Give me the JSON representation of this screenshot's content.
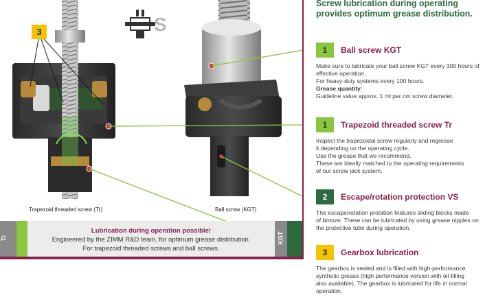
{
  "figure": {
    "callout_number": "3",
    "symbol_letter": "S",
    "caption_trapezoid": "Trapezoid threaded screw (Tr)",
    "caption_ball": "Ball screw (KGT)"
  },
  "footer": {
    "left_tab": "Tr",
    "right_tab": "KGT",
    "heading": "Lubrication during operation possible!",
    "line1": "Engineered by the ZIMM R&D team, for optimum grease distribution.",
    "line2": "For trapezoid threaded screws and ball screws."
  },
  "column": {
    "title_line1": "Screw lubrication during operating",
    "title_line2": "provides optimum grease distribution.",
    "sections": [
      {
        "number": "1",
        "title": "Ball screw KGT",
        "lines": [
          "Make sure to lubricate your ball screw KGT every 300 hours of",
          "effective operation.",
          "For heavy-duty systems every 100 hours."
        ],
        "bold_label": "Grease quantity",
        "bold_suffix": ":",
        "tail": "Guideline value approx. 1 ml per cm screw diameter."
      },
      {
        "number": "1",
        "title": "Trapezoid threaded screw Tr",
        "lines": [
          "Inspect the trapezoidal screw regularly and regrease",
          "it depending on the operating cycle.",
          "Use the grease that we recommend.",
          "These are ideally matched to the operating requirements",
          "of our screw jack system."
        ]
      },
      {
        "number": "2",
        "title": "Escape/rotation protection VS",
        "lines": [
          "The escape/rotation protation features sliding blocks made",
          "of bronze. These can be lubricated by using grease nipples on",
          "the protective tube during operation."
        ]
      },
      {
        "number": "3",
        "title": "Gearbox lubrication",
        "lines": [
          "The gearbox is sealed and is filled with high-performance",
          "synthetic grease (high performance version with oil-filling",
          "also available). The gearbox is lubricated for life in normal",
          "operation."
        ]
      }
    ]
  },
  "colors": {
    "brand_maroon": "#8a1f4e",
    "green_light": "#8cc63f",
    "green_dark": "#2d6a3e",
    "yellow": "#f5c400"
  }
}
